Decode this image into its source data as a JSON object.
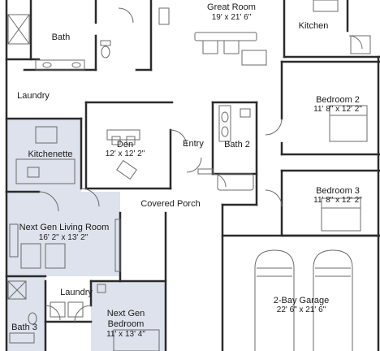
{
  "plan": {
    "colors": {
      "wall": "#2b2b2b",
      "fixture": "#6b6b6b",
      "nextgen_fill": "#dde2ec",
      "background": "#ffffff"
    },
    "rooms": {
      "great_room": {
        "name": "Great Room",
        "dims": "19' x 21' 6\""
      },
      "kitchen": {
        "name": "Kitchen"
      },
      "bath_top": {
        "name": "Bath"
      },
      "laundry_top": {
        "name": "Laundry"
      },
      "bedroom_2": {
        "name": "Bedroom 2",
        "dims": "11' 8\" x 12' 2\""
      },
      "den": {
        "name": "Den",
        "dims": "12' x 12' 2\""
      },
      "entry": {
        "name": "Entry"
      },
      "bath_2": {
        "name": "Bath 2"
      },
      "kitchenette": {
        "name": "Kitchenette"
      },
      "bedroom_3": {
        "name": "Bedroom 3",
        "dims": "11' 8\" x 12' 2\""
      },
      "covered_porch": {
        "name": "Covered Porch"
      },
      "next_gen_living": {
        "name": "Next Gen Living Room",
        "dims": "16' 2\" x 13' 2\""
      },
      "laundry_bottom": {
        "name": "Laundry"
      },
      "next_gen_bedroom": {
        "name_line1": "Next Gen",
        "name_line2": "Bedroom",
        "dims": "11' x 13' 4\""
      },
      "garage": {
        "name": "2-Bay Garage",
        "dims": "22' 6\" x 21' 6\""
      },
      "bath_3": {
        "name": "Bath 3"
      }
    }
  }
}
